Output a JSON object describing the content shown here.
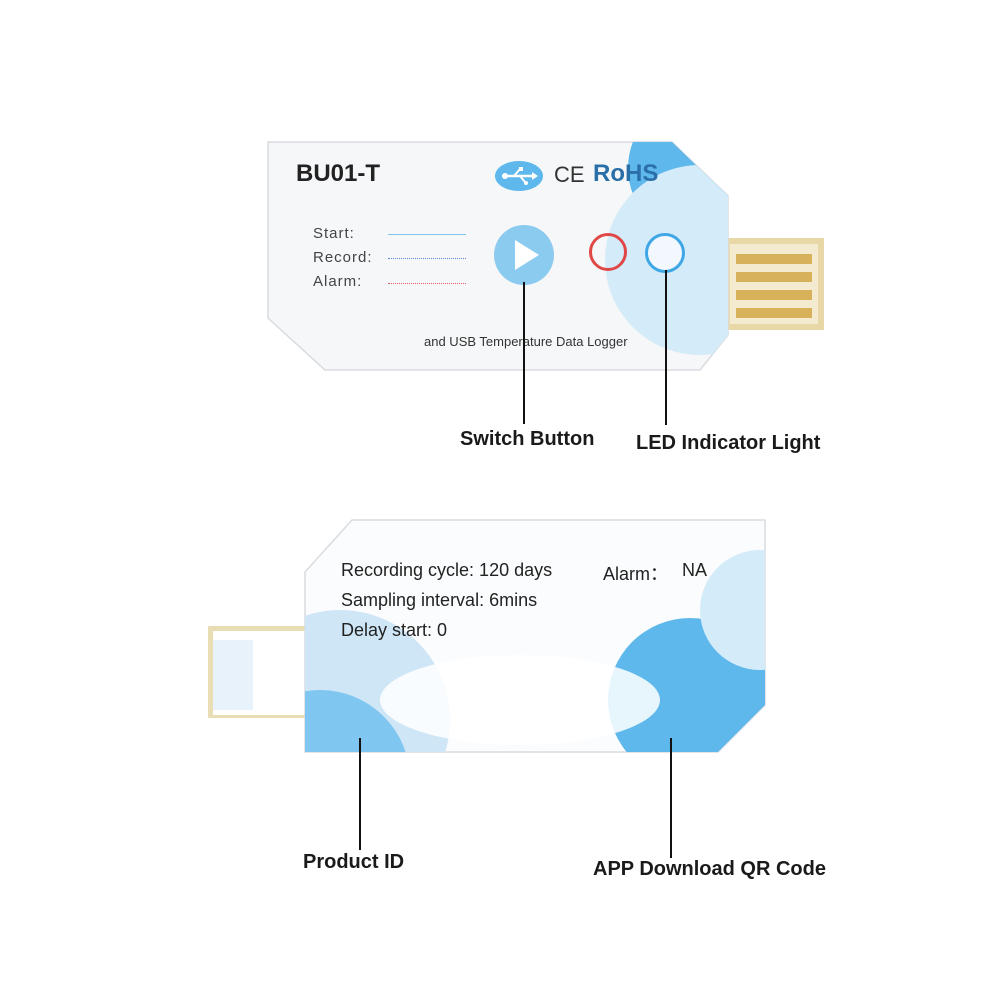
{
  "front": {
    "model": "BU01-T",
    "ce_mark": "CE",
    "rohs": "RoHS",
    "legend": {
      "start": "Start:",
      "record": "Record:",
      "alarm": "Alarm:"
    },
    "tagline": "and USB Temperature Data Logger"
  },
  "back": {
    "recording_cycle": "Recording cycle: 120 days",
    "alarm_label": "Alarm：",
    "alarm_value": "NA",
    "sampling_interval": "Sampling interval: 6mins",
    "delay_start": "Delay start: 0"
  },
  "callouts": {
    "switch_button": "Switch Button",
    "led_indicator": "LED Indicator Light",
    "product_id": "Product ID",
    "qr_code": "APP Download QR Code"
  },
  "colors": {
    "brand_blue": "#5fb8ec",
    "light_blue": "#cfe8f8",
    "led_red": "#e04848",
    "contact_gold": "#d8b25a"
  },
  "icons": {
    "usb": "usb-icon",
    "play": "play-icon"
  }
}
